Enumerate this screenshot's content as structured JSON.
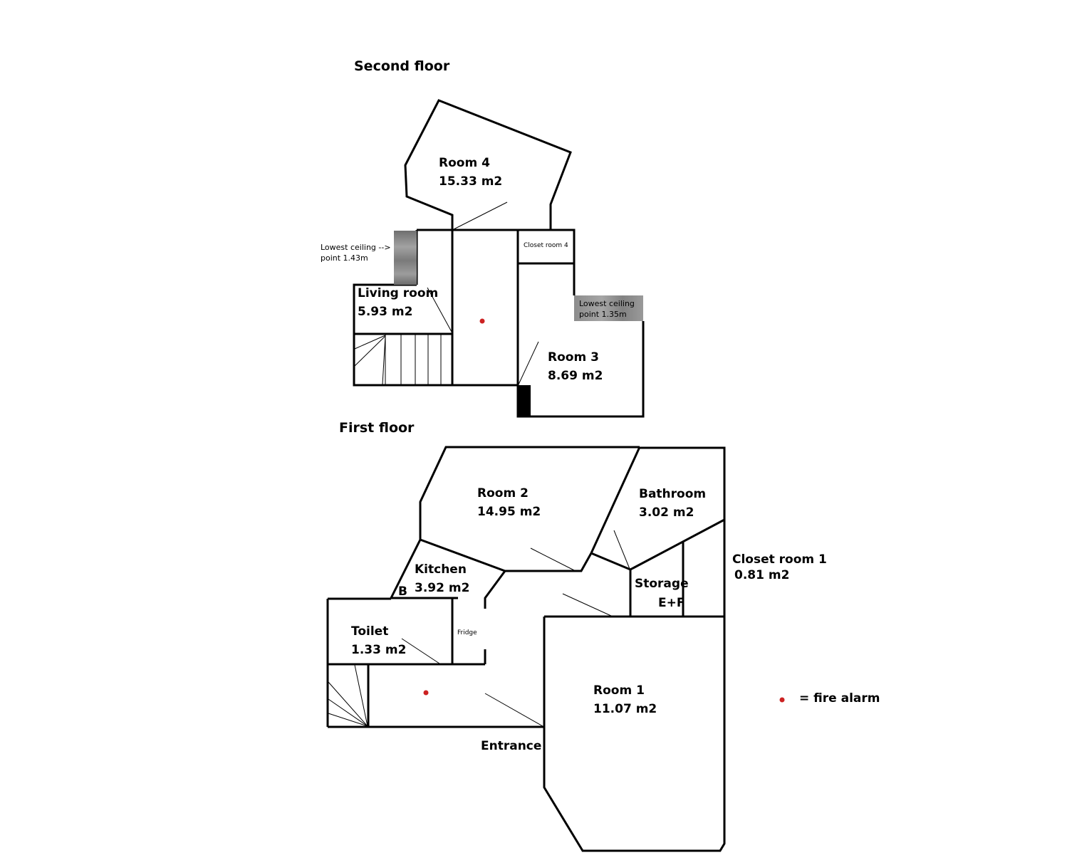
{
  "headings": {
    "second_floor": "Second floor",
    "first_floor": "First floor"
  },
  "second_floor": {
    "room4": {
      "name": "Room 4",
      "area": "15.33 m2"
    },
    "living_room": {
      "name": "Living room",
      "area": "5.93 m2"
    },
    "room3": {
      "name": "Room 3",
      "area": "8.69 m2"
    },
    "closet_room4": {
      "name": "Closet room 4"
    },
    "ceiling_note_left": {
      "line1": "Lowest ceiling -->",
      "line2": "point 1.43m"
    },
    "ceiling_note_right": {
      "line1": "Lowest ceiling",
      "line2": "point 1.35m"
    }
  },
  "first_floor": {
    "room2": {
      "name": "Room 2",
      "area": "14.95 m2"
    },
    "bathroom": {
      "name": "Bathroom",
      "area": "3.02 m2"
    },
    "closet_room1": {
      "name": "Closet room 1",
      "area": "0.81 m2"
    },
    "kitchen": {
      "name": "Kitchen",
      "area": "3.92 m2",
      "marker": "B"
    },
    "storage": {
      "name": "Storage",
      "marker": "E+F"
    },
    "fridge": {
      "name": "Fridge"
    },
    "toilet": {
      "name": "Toilet",
      "area": "1.33 m2"
    },
    "room1": {
      "name": "Room 1",
      "area": "11.07 m2"
    },
    "entrance": {
      "name": "Entrance"
    }
  },
  "legend": {
    "fire_alarm": "= fire alarm"
  },
  "colors": {
    "wall": "#000000",
    "fire_alarm": "#cc2222",
    "ceiling_shade": "#8a8a8a"
  }
}
